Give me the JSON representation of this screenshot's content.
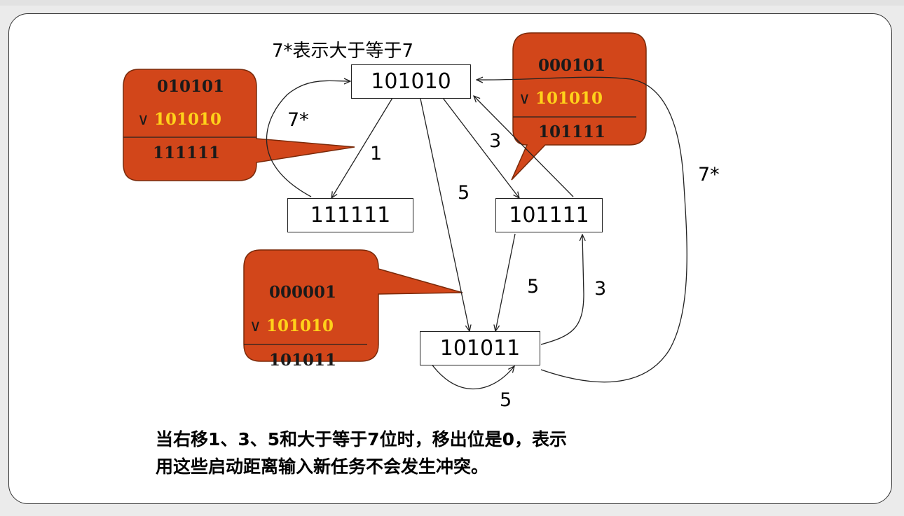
{
  "title_note": "7*表示大于等于7",
  "states": {
    "s101010": "101010",
    "s111111": "111111",
    "s101111": "101111",
    "s101011": "101011"
  },
  "edge_labels": {
    "e_7star_left": "7*",
    "e_1": "1",
    "e_3": "3",
    "e_5_mid": "5",
    "e_7star_right": "7*",
    "e_5_right": "5",
    "e_3_lower": "3",
    "e_5_bottom": "5"
  },
  "callouts": {
    "left": {
      "line1": "010101",
      "op": "∨",
      "line2": "101010",
      "result": "111111"
    },
    "right": {
      "line1": "000101",
      "op": "∨",
      "line2": "101010",
      "result": "101111"
    },
    "bottom": {
      "line1": "000001",
      "op": "∨",
      "line2": "101010",
      "result": "101011"
    }
  },
  "caption": {
    "line1": "当右移1、3、5和大于等于7位时，移出位是0，表示",
    "line2": "用这些启动距离输入新任务不会发生冲突。"
  },
  "colors": {
    "callout_fill": "#d2461a",
    "callout_stroke": "#7a2a0a",
    "highlight_text": "#ffd21a"
  }
}
